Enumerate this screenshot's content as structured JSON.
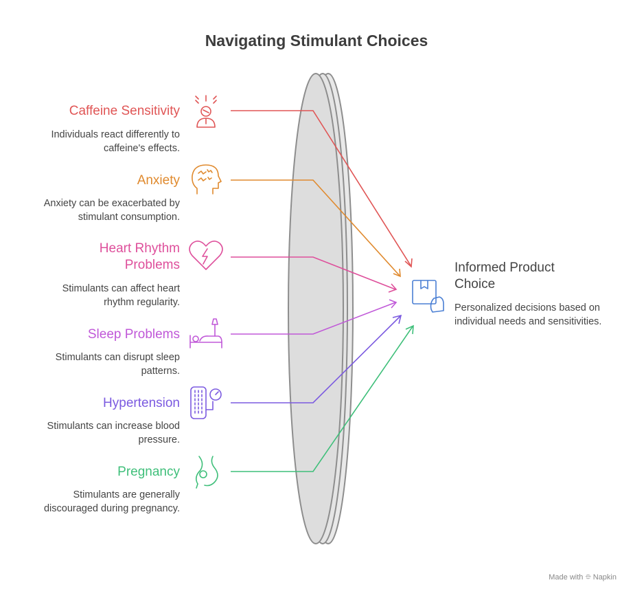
{
  "title": "Navigating Stimulant Choices",
  "factors": [
    {
      "title": "Caffeine Sensitivity",
      "desc": "Individuals react differently to caffeine's effects.",
      "color": "#e05555",
      "icon": "head-alert-icon"
    },
    {
      "title": "Anxiety",
      "desc": "Anxiety can be exacerbated by stimulant consumption.",
      "color": "#e08a2e",
      "icon": "anxious-head-icon"
    },
    {
      "title": "Heart Rhythm Problems",
      "desc": "Stimulants can affect heart rhythm regularity.",
      "color": "#de4f9b",
      "icon": "heart-pulse-icon"
    },
    {
      "title": "Sleep Problems",
      "desc": "Stimulants can disrupt sleep patterns.",
      "color": "#c058d8",
      "icon": "bed-lamp-icon"
    },
    {
      "title": "Hypertension",
      "desc": "Stimulants can increase blood pressure.",
      "color": "#7b5ae0",
      "icon": "blood-pressure-icon"
    },
    {
      "title": "Pregnancy",
      "desc": "Stimulants are generally discouraged during pregnancy.",
      "color": "#3fbf7a",
      "icon": "pregnancy-icon"
    }
  ],
  "outcome": {
    "title": "Informed Product Choice",
    "desc": "Personalized decisions based on individual needs and sensitivities.",
    "color": "#4a7fd4",
    "icon": "product-box-hand-icon"
  },
  "footer": "Made with ⯐ Napkin"
}
